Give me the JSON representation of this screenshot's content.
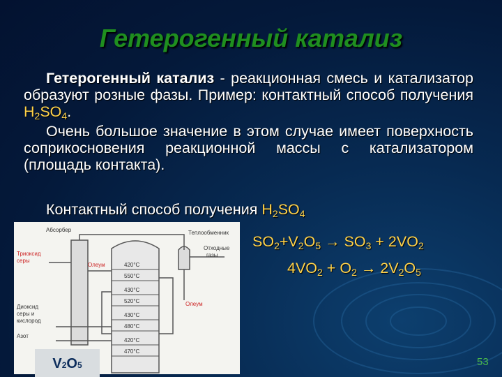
{
  "title": "Гетерогенный катализ",
  "para1": {
    "term": "Гетерогенный катализ",
    "text": " - реакционная смесь и катализатор образуют розные фазы. Пример: контактный способ получения ",
    "formula_prefix": "H",
    "formula_sub1": "2",
    "formula_mid": "SO",
    "formula_sub2": "4",
    "end": "."
  },
  "para2": "Очень большое значение в этом случае имеет поверхность соприкосновения реакционной массы с катализатором (площадь контакта).",
  "line4": {
    "text": "Контактный способ получения ",
    "f_a": "H",
    "f_s1": "2",
    "f_b": "SO",
    "f_s2": "4"
  },
  "equation1": {
    "a": "SO",
    "a_s": "2",
    "b": "+V",
    "b_s1": "2",
    "c": "O",
    "c_s": "5",
    "arrow": " → SO",
    "d_s": "3",
    "e": " + 2VO",
    "e_s": "2"
  },
  "equation2": {
    "a": "4VO",
    "a_s": "2",
    "b": " + O",
    "b_s": "2",
    "arrow": " → 2V",
    "c_s": "2",
    "d": "O",
    "d_s": "5"
  },
  "diagram": {
    "labels": {
      "absorber": "Абсорбер",
      "heat_exchanger": "Теплообменник",
      "trioxide_1": "Триоксид",
      "trioxide_2": "серы",
      "oleum_1": "Олеум",
      "exhaust_1": "Отходные",
      "exhaust_2": "газы",
      "oleum_2": "Олеум",
      "dioxide_1": "Диоксид",
      "dioxide_2": "серы и",
      "dioxide_3": "кислород",
      "nitrogen": "Азот"
    },
    "temperatures": [
      "420°C",
      "550°C",
      "430°C",
      "520°C",
      "430°C",
      "480°C",
      "420°C",
      "470°C"
    ]
  },
  "catalyst_box": {
    "a": "V",
    "a_s": "2",
    "b": "O",
    "b_s": "5"
  },
  "page_number": "53"
}
